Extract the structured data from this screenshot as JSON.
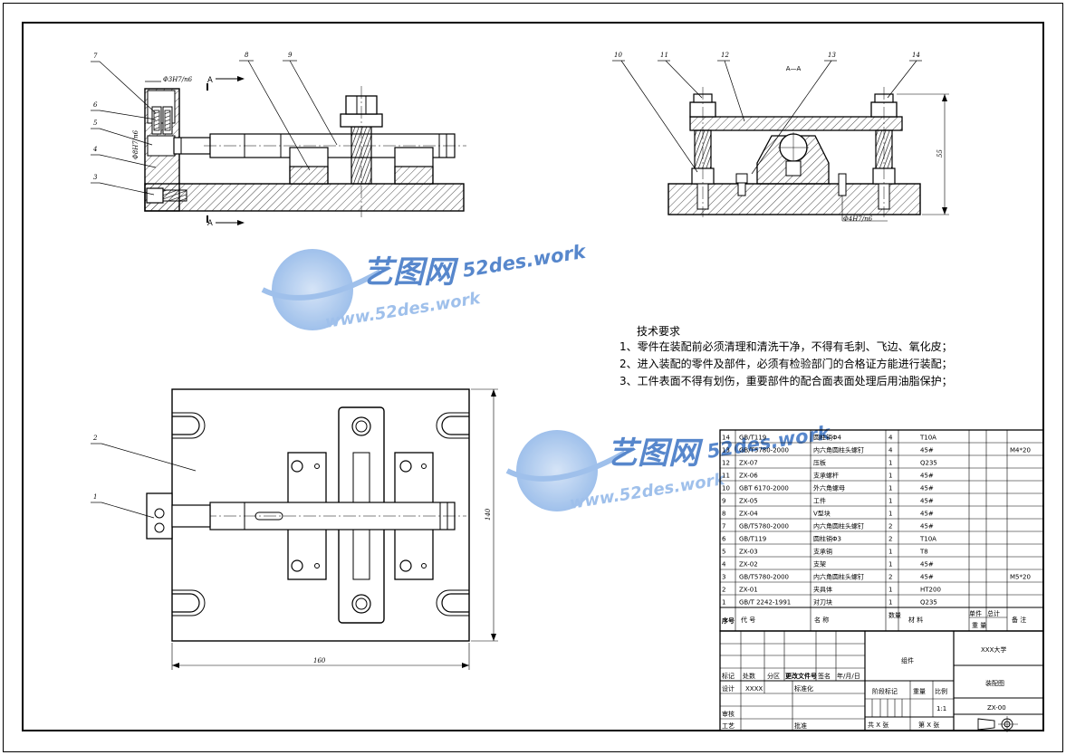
{
  "tech_requirements": {
    "heading": "技术要求",
    "items": [
      "1、零件在装配前必须清理和清洗干净，不得有毛刺、飞边、氧化皮；",
      "2、进入装配的零件及部件，必须有检验部门的合格证方能进行装配；",
      "3、工件表面不得有划伤，重要部件的配合面表面处理后用油脂保护；"
    ]
  },
  "watermark": {
    "brand": "艺图网",
    "domain": "52des.work",
    "url": "www.52des.work",
    "color_main": "#3a73c4",
    "color_light": "#8fb6e8"
  },
  "views": {
    "section_label": "A—A",
    "section_marker": "A",
    "front_fits": [
      "Φ3H7/n6",
      "Φ8H7/n6"
    ],
    "section_fit": "Φ4H7/n6",
    "section_height": "55",
    "plan_width": "160",
    "plan_height": "140"
  },
  "balloons": {
    "front": [
      "7",
      "6",
      "5",
      "4",
      "3",
      "8",
      "9"
    ],
    "section": [
      "10",
      "11",
      "12",
      "13",
      "14"
    ],
    "plan": [
      "2",
      "1"
    ]
  },
  "bom": {
    "rows": [
      {
        "no": "14",
        "code": "GB/T119",
        "name": "圆柱销Φ4",
        "qty": "4",
        "material": "T10A",
        "note": ""
      },
      {
        "no": "13",
        "code": "GB/T5780-2000",
        "name": "内六角圆柱头螺钉",
        "qty": "4",
        "material": "45#",
        "note": "M4*20"
      },
      {
        "no": "12",
        "code": "ZX-07",
        "name": "压板",
        "qty": "1",
        "material": "Q235",
        "note": ""
      },
      {
        "no": "11",
        "code": "ZX-06",
        "name": "支承螺杆",
        "qty": "1",
        "material": "45#",
        "note": ""
      },
      {
        "no": "10",
        "code": "GBT 6170-2000",
        "name": "外六角螺母",
        "qty": "1",
        "material": "45#",
        "note": ""
      },
      {
        "no": "9",
        "code": "ZX-05",
        "name": "工件",
        "qty": "1",
        "material": "45#",
        "note": ""
      },
      {
        "no": "8",
        "code": "ZX-04",
        "name": "V型块",
        "qty": "1",
        "material": "45#",
        "note": ""
      },
      {
        "no": "7",
        "code": "GB/T5780-2000",
        "name": "内六角圆柱头螺钉",
        "qty": "2",
        "material": "45#",
        "note": ""
      },
      {
        "no": "6",
        "code": "GB/T119",
        "name": "圆柱销Φ3",
        "qty": "2",
        "material": "T10A",
        "note": ""
      },
      {
        "no": "5",
        "code": "ZX-03",
        "name": "支承销",
        "qty": "1",
        "material": "T8",
        "note": ""
      },
      {
        "no": "4",
        "code": "ZX-02",
        "name": "支架",
        "qty": "1",
        "material": "45#",
        "note": ""
      },
      {
        "no": "3",
        "code": "GB/T5780-2000",
        "name": "内六角圆柱头螺钉",
        "qty": "2",
        "material": "45#",
        "note": "M5*20"
      },
      {
        "no": "2",
        "code": "ZX-01",
        "name": "夹具体",
        "qty": "1",
        "material": "HT200",
        "note": ""
      },
      {
        "no": "1",
        "code": "GB/T 2242-1991",
        "name": "对刀块",
        "qty": "1",
        "material": "Q235",
        "note": ""
      }
    ],
    "headers": {
      "no": "序号",
      "code": "代    号",
      "name": "名    称",
      "qty": "数量",
      "material": "材    料",
      "unit": "单件",
      "total": "总计",
      "weight": "重    量",
      "note": "备  注"
    }
  },
  "title_block": {
    "labels": {
      "mark": "标记",
      "count": "处数",
      "zone": "分区",
      "change_doc": "更改文件号",
      "sign": "签名",
      "date": "年/月/日",
      "design": "设计",
      "designer": "XXXX",
      "standard": "标准化",
      "review": "审核",
      "process": "工艺",
      "approve": "批准",
      "stage": "阶段标记",
      "weight": "重量",
      "scale": "比例"
    },
    "values": {
      "part_type": "组件",
      "scale": "1:1",
      "sheets_total": "共 X 张",
      "sheet_no": "第 X 张",
      "org": "XXX大学",
      "drawing_name": "装配图",
      "drawing_no": "ZX-00"
    }
  }
}
